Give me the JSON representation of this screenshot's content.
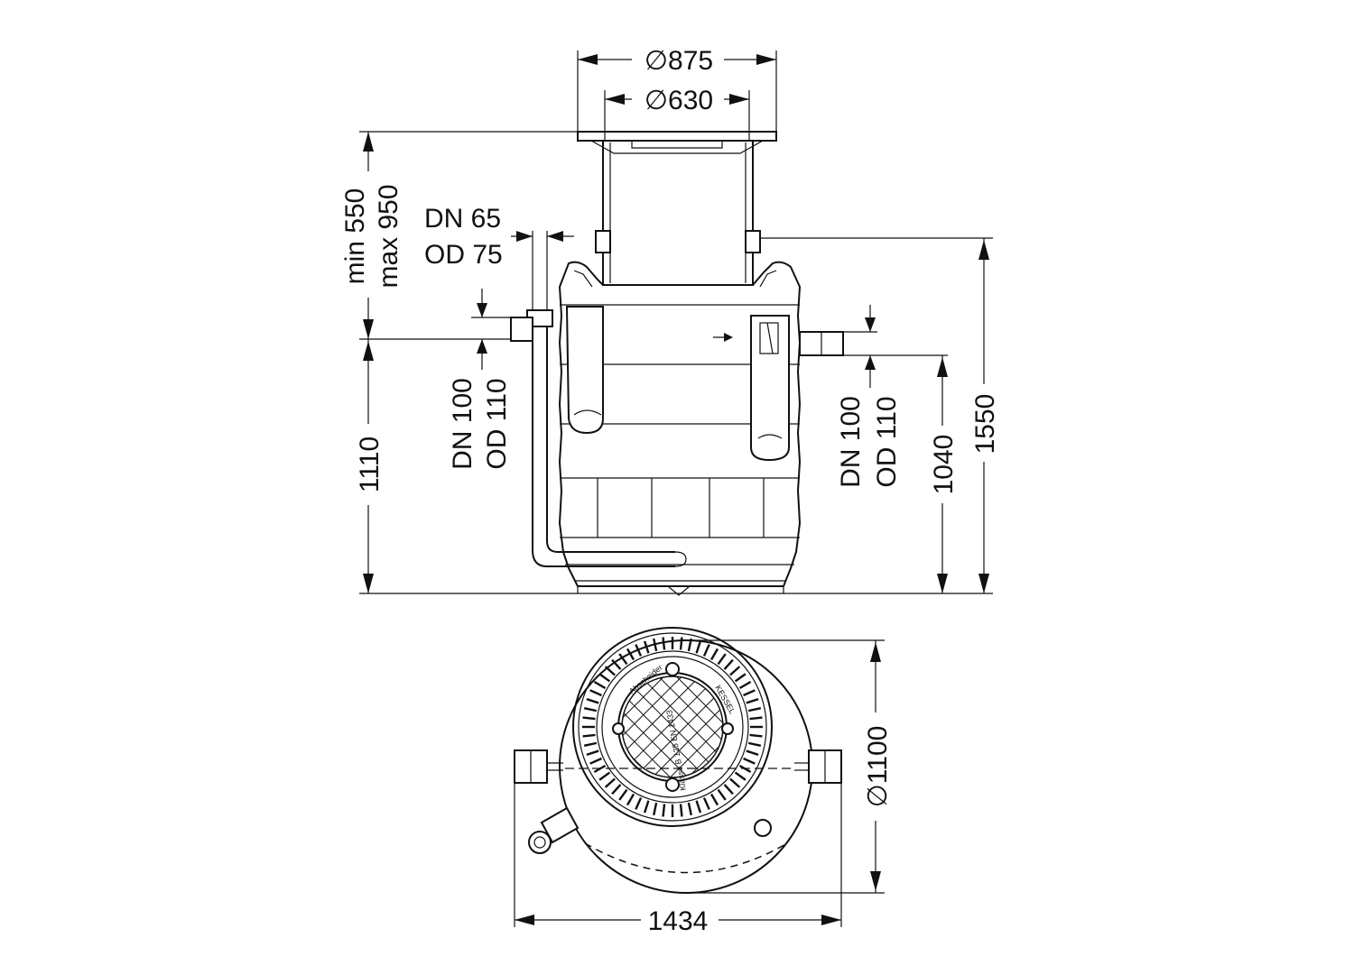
{
  "dimensions": {
    "outer_frame_diameter": "875",
    "inner_opening_diameter": "630",
    "diameter_symbol": "∅",
    "extension_min": "min 550",
    "extension_max": "max 950",
    "vent_pipe_dn": "DN 65",
    "vent_pipe_od": "OD 75",
    "outlet_dn": "DN 100",
    "outlet_od": "OD 110",
    "inlet_dn": "DN 100",
    "inlet_od": "OD 110",
    "outlet_height": "1110",
    "inlet_height": "1040",
    "total_height": "1550",
    "tank_diameter": "1100",
    "overall_width": "1434"
  },
  "cover_lettering": {
    "brand": "KESSEL",
    "product": "Abscheider",
    "load_class": "Klasse B 125 EN 1433"
  },
  "colors": {
    "line": "#111111",
    "background": "#ffffff"
  }
}
